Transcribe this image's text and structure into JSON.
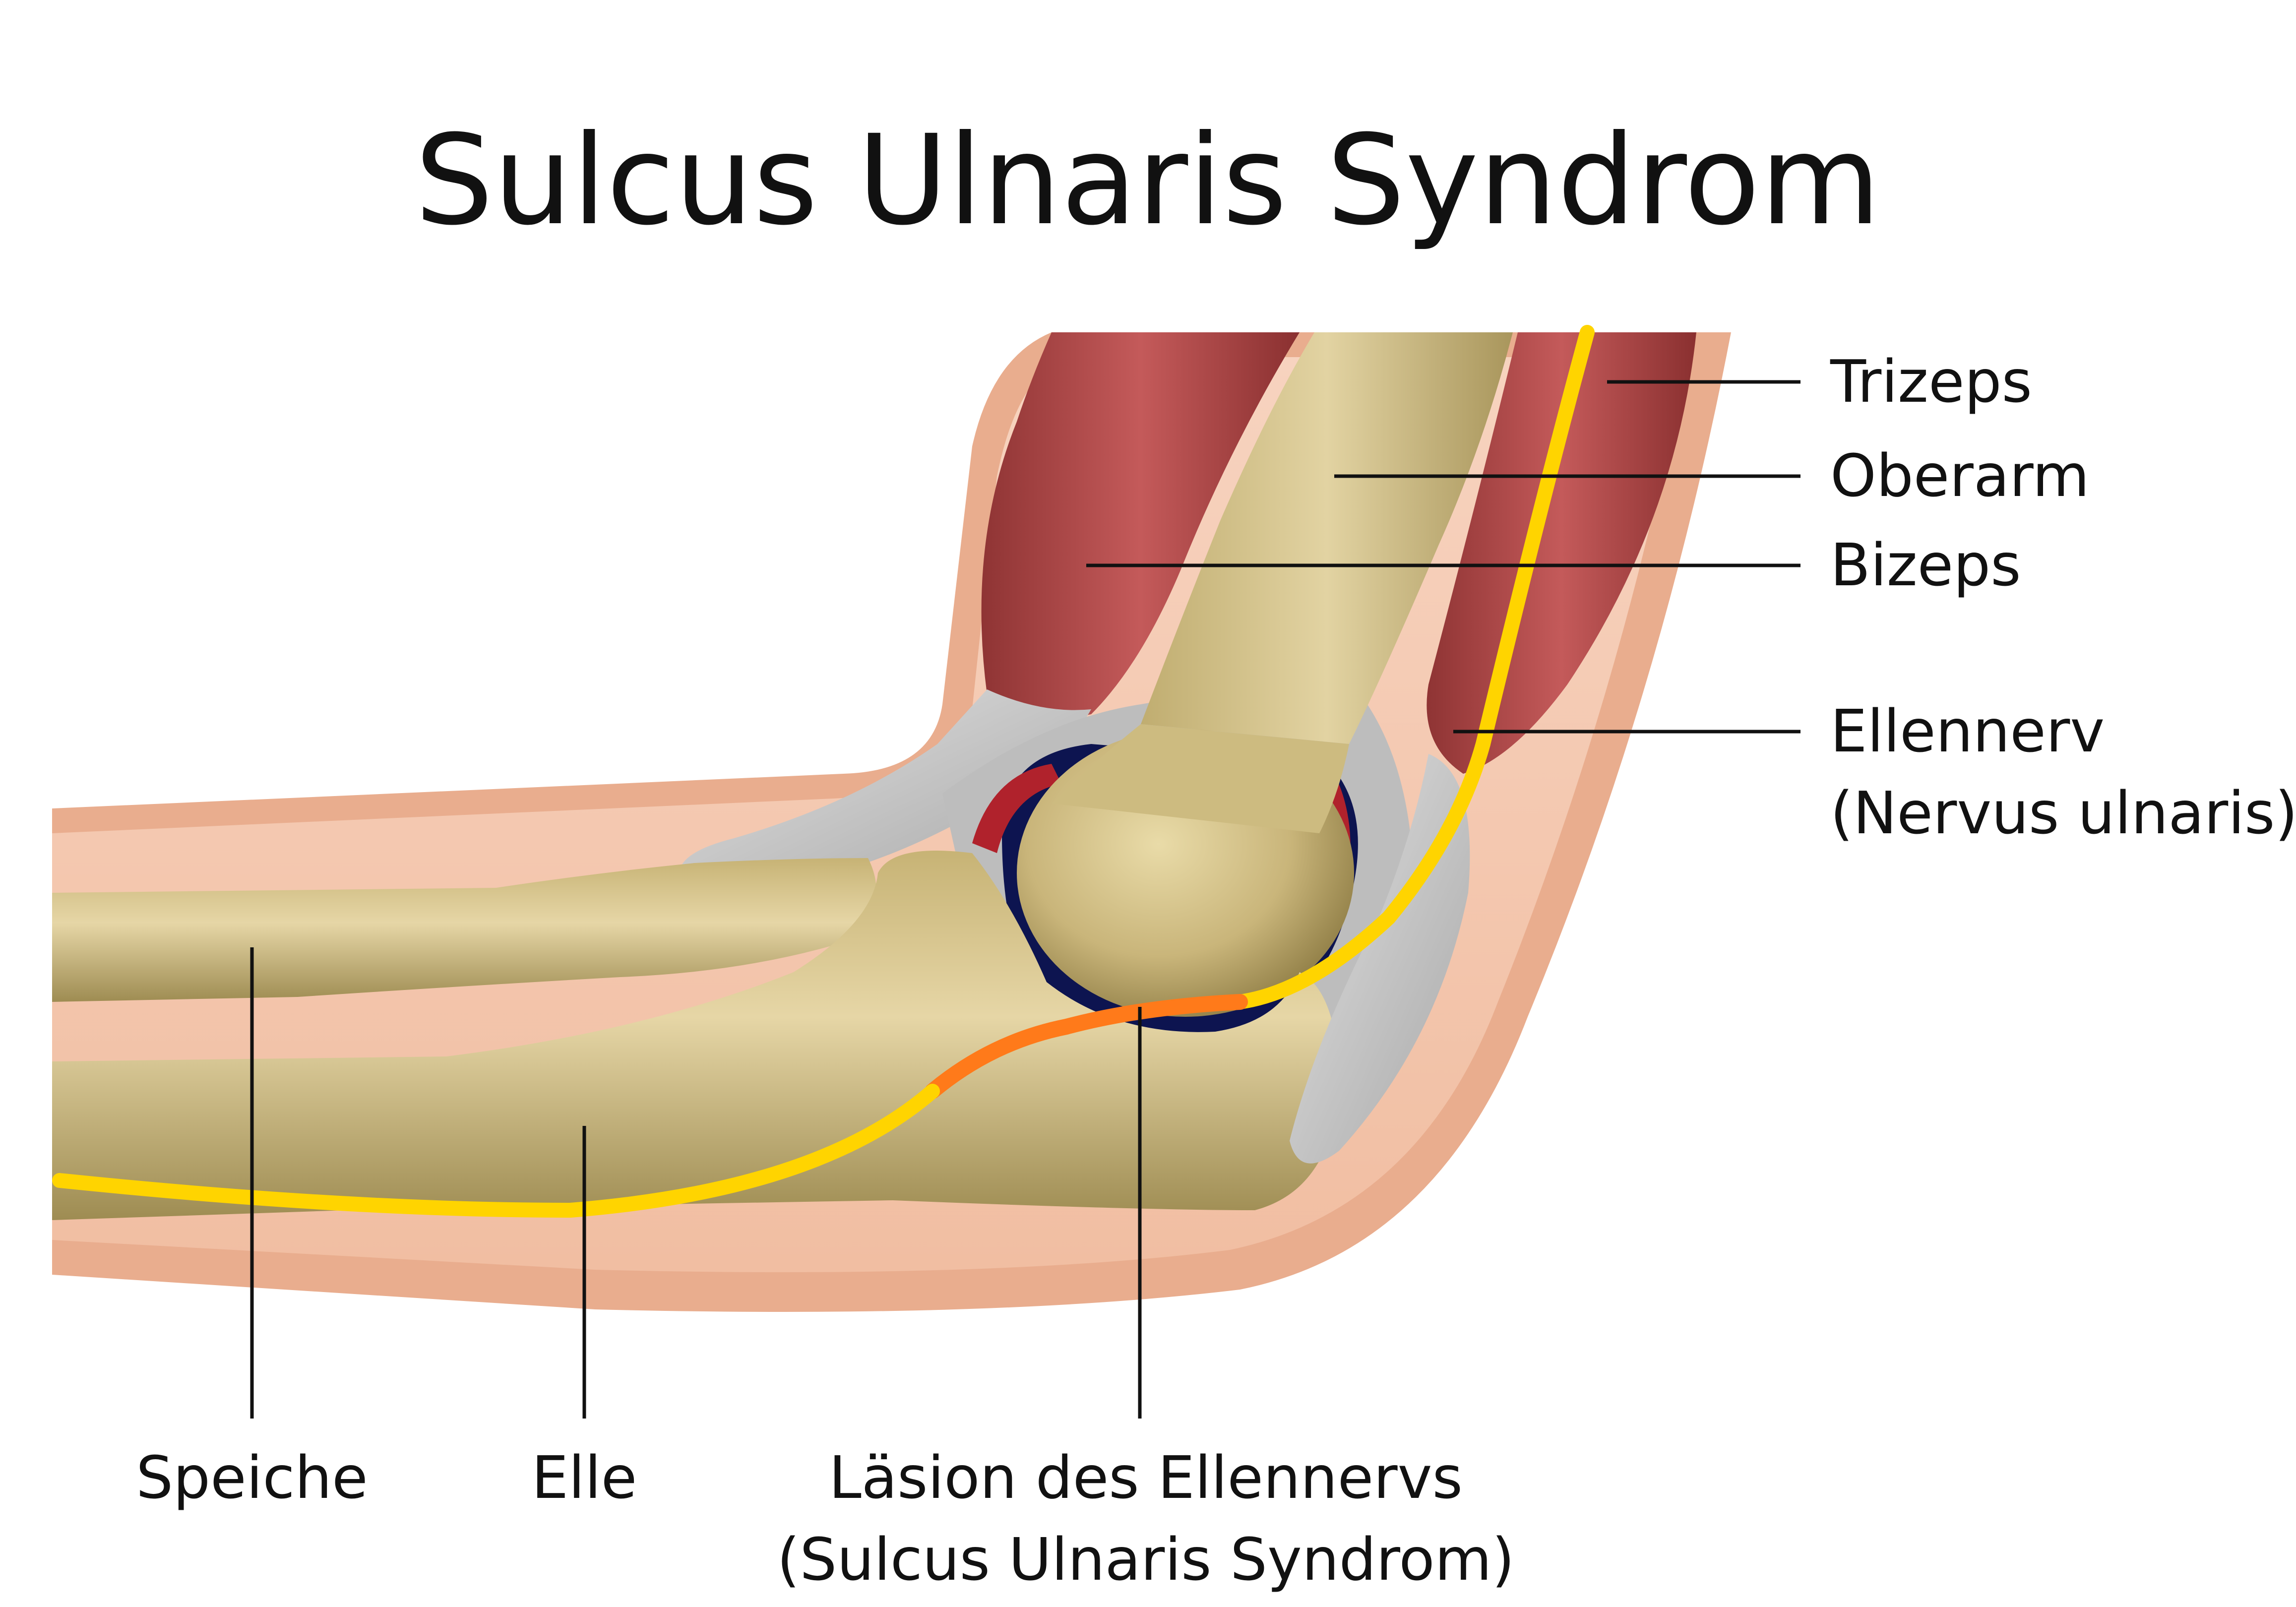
{
  "title": "Sulcus Ulnaris Syndrom",
  "labels": {
    "trizeps": "Trizeps",
    "oberarm": "Oberarm",
    "bizeps": "Bizeps",
    "ellennerv": "Ellennerv",
    "nervus_ulnaris": "(Nervus ulnaris)",
    "speiche": "Speiche",
    "elle": "Elle",
    "laesion_line1": "Läsion des Ellennervs",
    "laesion_line2": "(Sulcus Ulnaris Syndrom)"
  },
  "colors": {
    "skin_outer": "#e8a98a",
    "skin_inner": "#f6cdb6",
    "bone": "#d8c58e",
    "bone_shadow": "#a8965a",
    "muscle": "#b34b4b",
    "muscle_dark": "#8a3030",
    "tendon": "#c9c9c9",
    "nerve": "#ffd400",
    "nerve_lesion": "#ff7a1a",
    "sulcus": "#0d1450",
    "vessel": "#b0222c"
  }
}
